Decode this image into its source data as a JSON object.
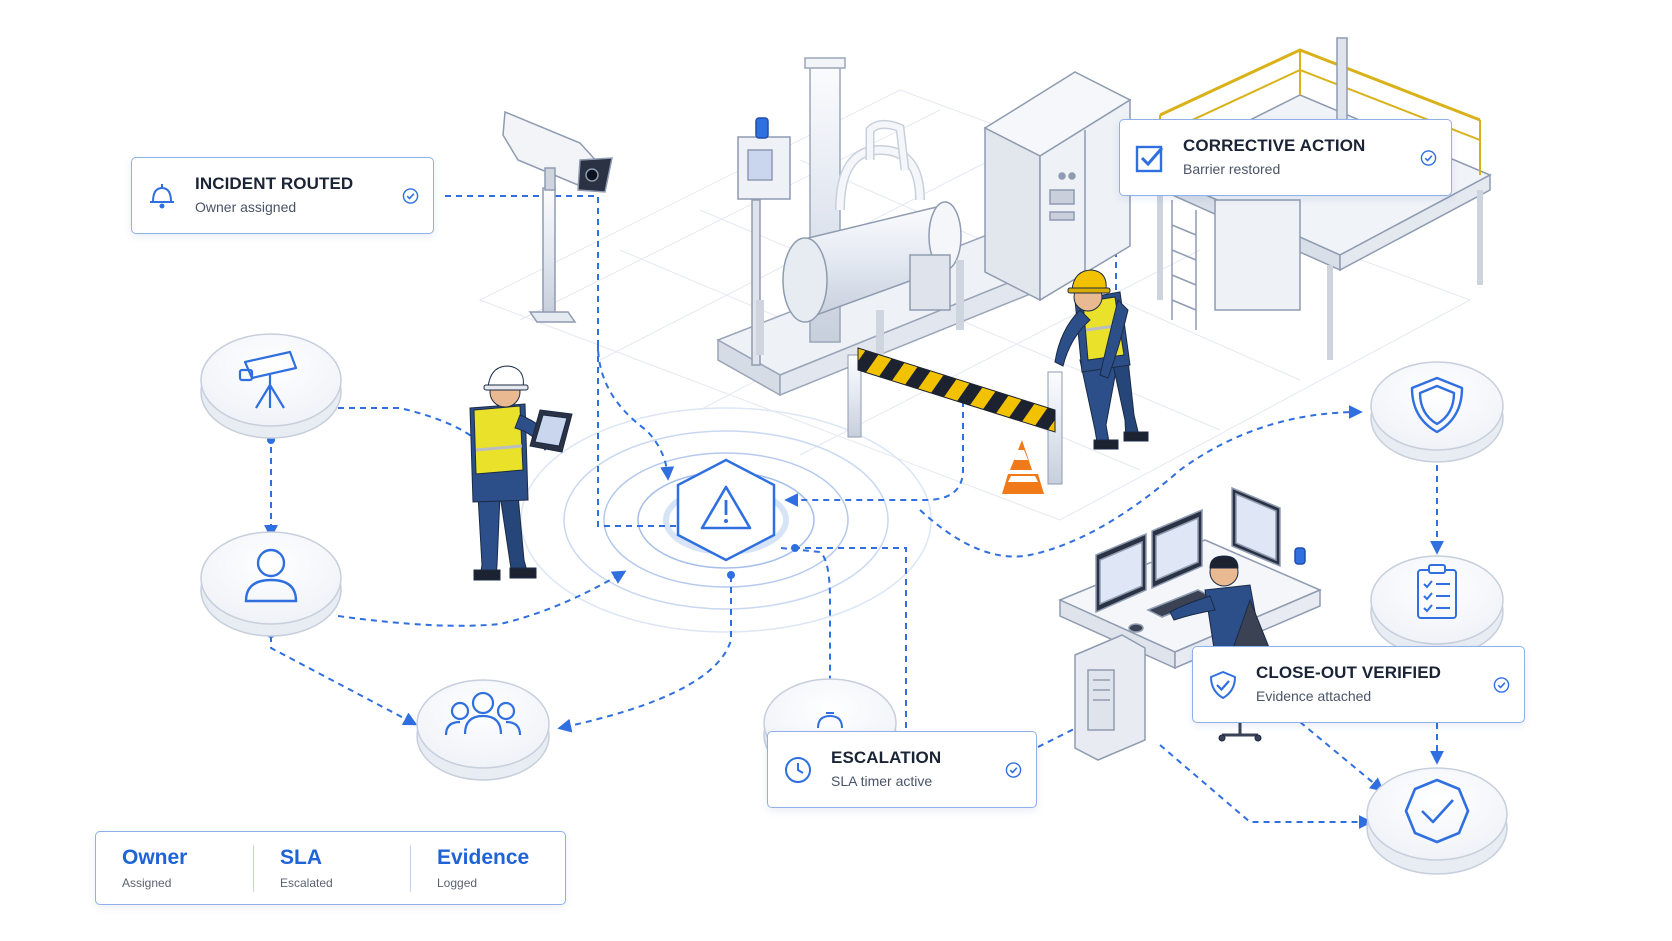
{
  "cards": {
    "incident": {
      "title": "INCIDENT ROUTED",
      "subtitle": "Owner assigned"
    },
    "corrective": {
      "title": "CORRECTIVE ACTION",
      "subtitle": "Barrier restored"
    },
    "closeout": {
      "title": "CLOSE-OUT VERIFIED",
      "subtitle": "Evidence attached"
    },
    "escalation": {
      "title": "ESCALATION",
      "subtitle": "SLA timer active"
    }
  },
  "legend": [
    {
      "title": "Owner",
      "subtitle": "Assigned"
    },
    {
      "title": "SLA",
      "subtitle": "Escalated"
    },
    {
      "title": "Evidence",
      "subtitle": "Logged"
    }
  ],
  "nodes": [
    "camera-icon",
    "user-icon",
    "team-icon",
    "alert-icon",
    "timer-icon",
    "shield-icon",
    "checklist-icon",
    "verified-badge-icon"
  ],
  "colors": {
    "accent": "#1f63d8",
    "line": "#2f6fe0",
    "border": "#8fb0e8",
    "hazard_yellow": "#f2c200",
    "vest": "#e9e12a",
    "uniform": "#2c4f8a",
    "cone": "#f07a1a"
  }
}
